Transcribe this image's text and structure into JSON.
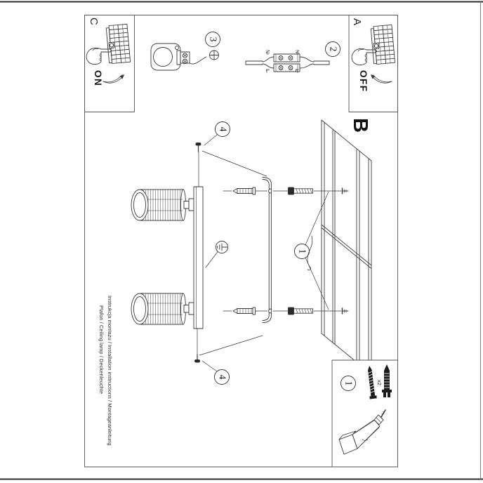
{
  "document": {
    "footer_line1": "Instrukcja montażu / Installation instructions / Montageanleitung",
    "footer_line2": "Plafon / Ceiling lamp / Deckenleuchte"
  },
  "panels": {
    "a": {
      "label": "A",
      "action": "OFF"
    },
    "b": {
      "label": "B"
    },
    "c": {
      "label": "C",
      "action": "ON"
    }
  },
  "steps": {
    "s1": "1",
    "s2": "2",
    "s3": "3",
    "s4": "4"
  },
  "wiring": {
    "n": "N",
    "l": "L"
  },
  "parts_box": {
    "qty": "x2"
  },
  "icons": {
    "fuse_box": "breaker-panel",
    "hand": "pressing-hand",
    "rotate_arrow": "curved-arrow",
    "screw_head": "screwdriver-cross",
    "ground": "earth-symbol",
    "drill": "power-drill",
    "anchor": "wall-plug",
    "screw": "mounting-screw"
  },
  "colors": {
    "line": "#3a3a3a",
    "page_edge": "#2b2b2b",
    "paper": "#ffffff"
  }
}
